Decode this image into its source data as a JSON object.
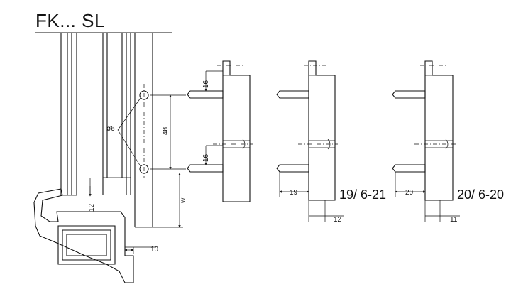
{
  "title": "FK... SL",
  "dimensions": {
    "hole_diameter": "ø6",
    "hole_spacing": "48",
    "upper_offset": "16",
    "lower_offset": "16",
    "gap_w": "w",
    "base_12": "12",
    "base_10": "10"
  },
  "variants": [
    {
      "label": "19/ 6-21",
      "depth": "19",
      "base": "12"
    },
    {
      "label": "20/ 6-20",
      "depth": "20",
      "base": "11"
    }
  ]
}
